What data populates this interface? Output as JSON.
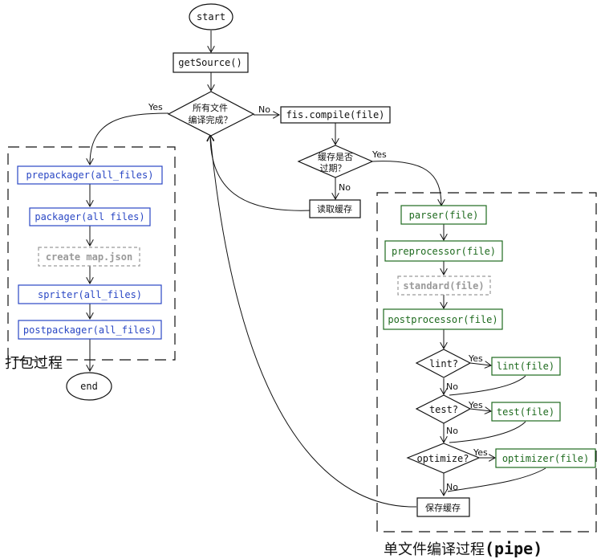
{
  "nodes": {
    "start": "start",
    "get_source": "getSource()",
    "all_compiled_line1": "所有文件",
    "all_compiled_line2": "编译完成？",
    "fis_compile": "fis.compile(file)",
    "cache_expired_line1": "缓存是否",
    "cache_expired_line2": "过期？",
    "read_cache": "读取缓存",
    "prepackager": "prepackager(all_files)",
    "packager": "packager(all files)",
    "create_map": "create map.json",
    "spriter": "spriter(all_files)",
    "postpackager": "postpackager(all_files)",
    "end": "end",
    "parser": "parser(file)",
    "preprocessor": "preprocessor(file)",
    "standard": "standard(file)",
    "postprocessor": "postprocessor(file)",
    "lint_q": "lint?",
    "lint": "lint(file)",
    "test_q": "test?",
    "test": "test(file)",
    "optimize_q": "optimize?",
    "optimizer": "optimizer(file)",
    "save_cache": "保存缓存"
  },
  "edges": {
    "yes": "Yes",
    "no": "No"
  },
  "clusters": {
    "packaging": "打包过程",
    "single_file_prefix": "单文件编译过程",
    "single_file_pipe": "(pipe)"
  },
  "colors": {
    "blue": "#2a47c4",
    "green": "#1e6a1e",
    "gray": "#9a9a9a"
  }
}
